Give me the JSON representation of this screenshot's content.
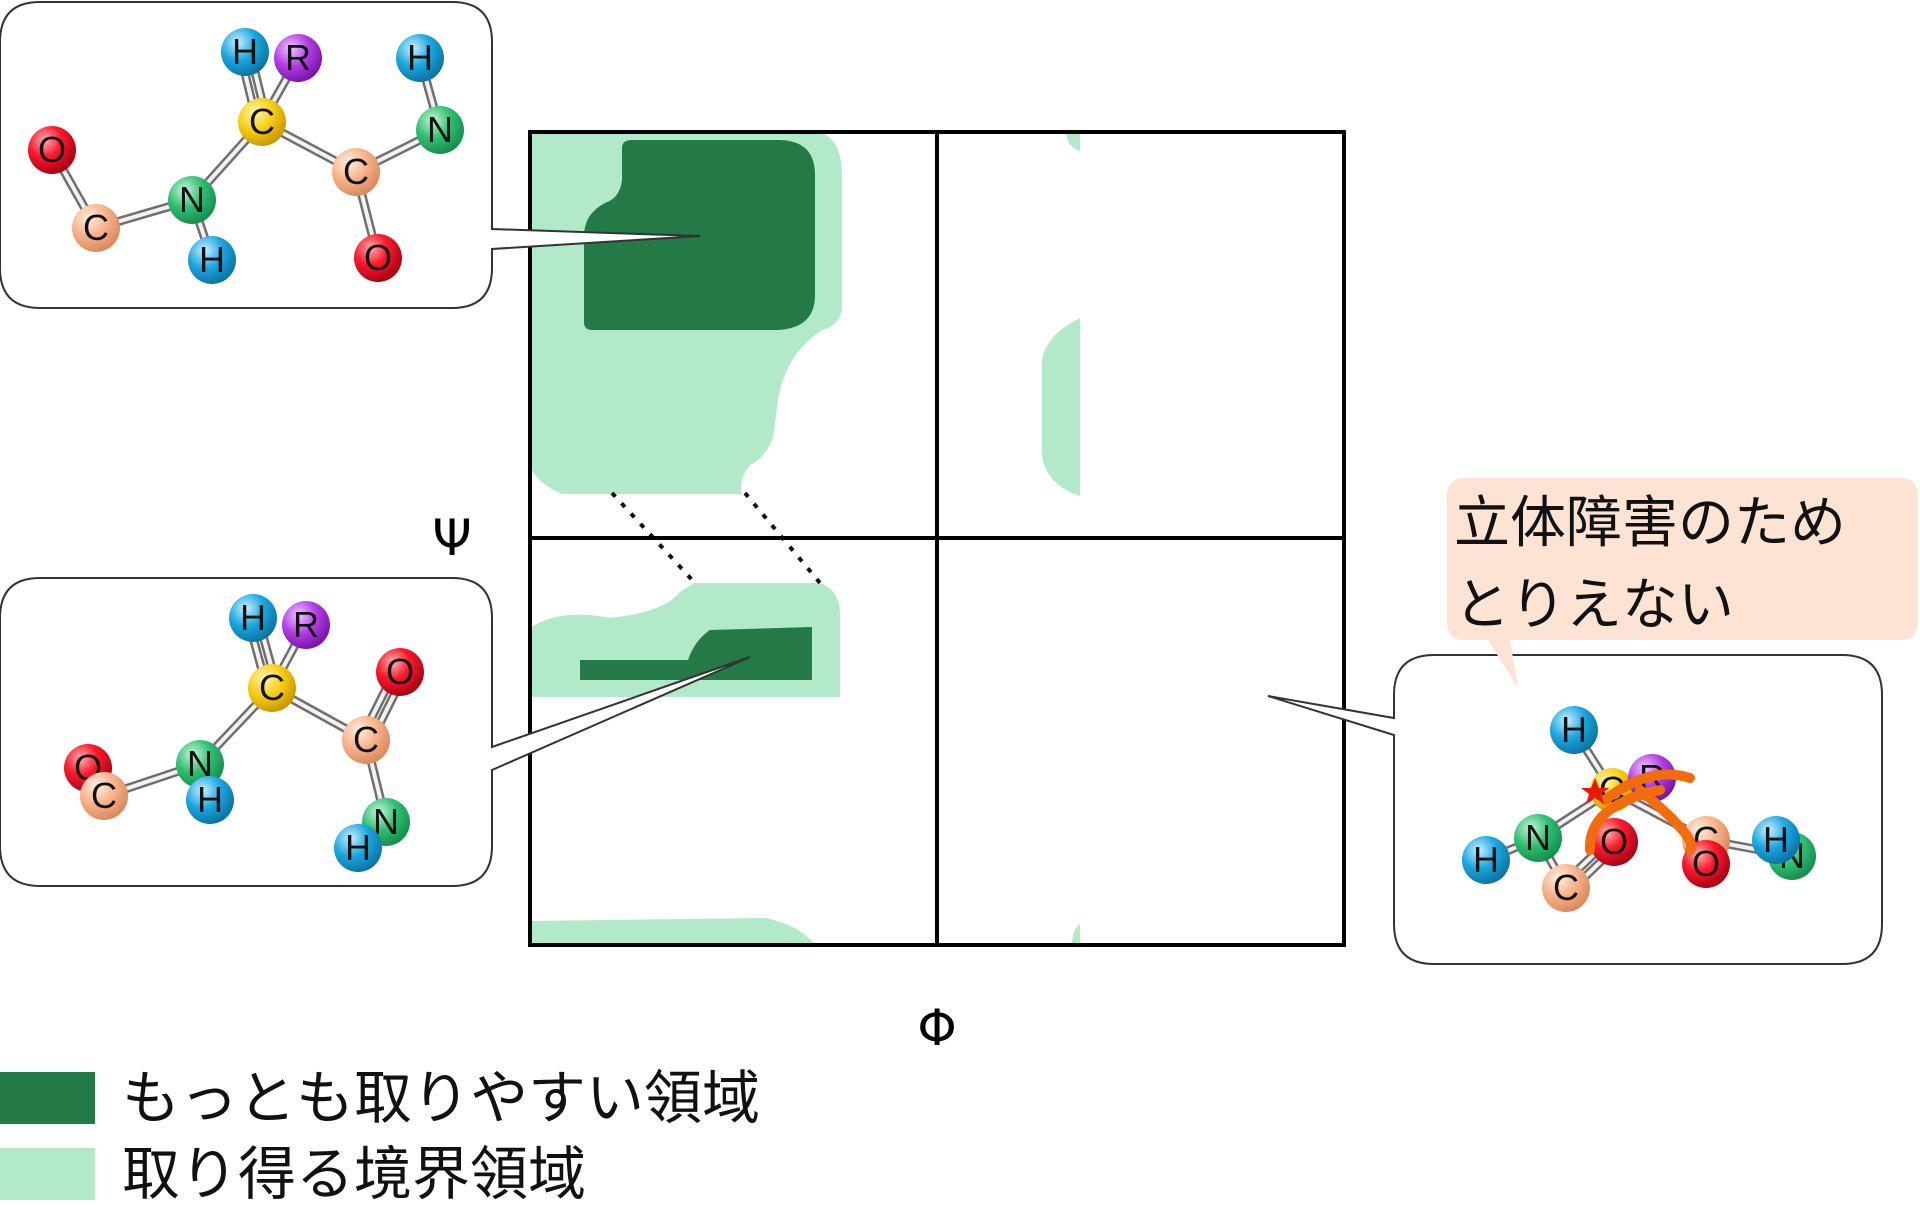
{
  "axes": {
    "x_label": "Φ",
    "y_label": "Ψ"
  },
  "legend": [
    {
      "label": "もっとも取りやすい領域",
      "color": "#237a46"
    },
    {
      "label": "取り得る境界領域",
      "color": "#b1e9c9"
    }
  ],
  "note": {
    "line1": "立体障害のため",
    "line2": "とりえない",
    "bg": "#fde3d3"
  },
  "colors": {
    "favored": "#237a46",
    "allowed": "#b1e9c9",
    "clash": "#f26b0d"
  },
  "atoms": {
    "O": {
      "fill": "#e0001a",
      "label": "O"
    },
    "C": {
      "fill": "#f7b38a",
      "label": "C"
    },
    "Ca": {
      "fill": "#f5c800",
      "label": "C"
    },
    "N": {
      "fill": "#2fbf72",
      "label": "N"
    },
    "H": {
      "fill": "#1aa0d8",
      "label": "H"
    },
    "R": {
      "fill": "#a232d4",
      "label": "R"
    }
  }
}
